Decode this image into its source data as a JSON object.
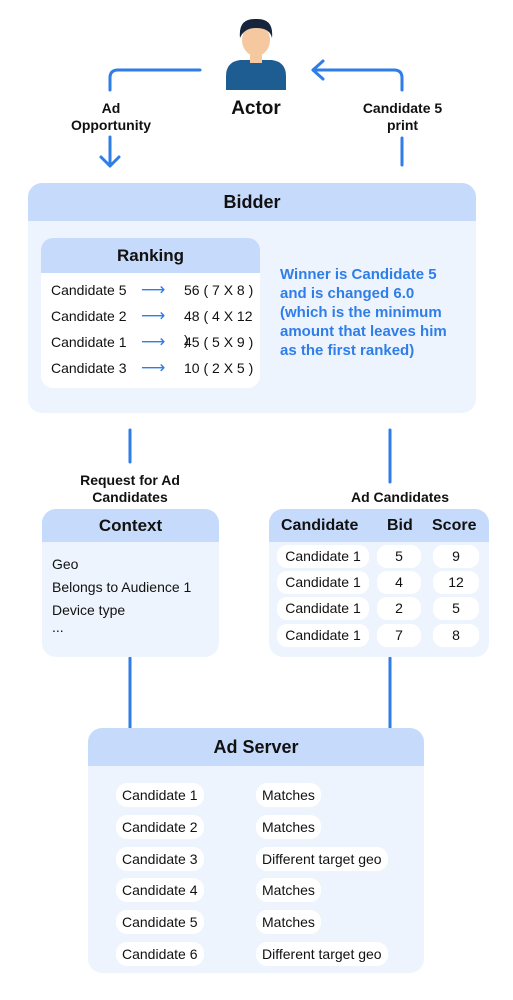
{
  "actor": {
    "label": "Actor"
  },
  "edges": {
    "ad_opportunity": [
      "Ad",
      "Opportunity"
    ],
    "candidate_print": [
      "Candidate 5",
      "print"
    ],
    "request_for_candidates": [
      "Request for Ad",
      "Candidates"
    ],
    "ad_candidates": "Ad Candidates"
  },
  "bidder": {
    "title": "Bidder",
    "ranking": {
      "title": "Ranking",
      "arrow": "⟶",
      "rows": [
        {
          "candidate": "Candidate 5",
          "score": "56 ( 7 X 8 )"
        },
        {
          "candidate": "Candidate 2",
          "score": "48 ( 4 X 12 )"
        },
        {
          "candidate": "Candidate 1",
          "score": "45 ( 5 X 9 )"
        },
        {
          "candidate": "Candidate 3",
          "score": "10 ( 2 X 5 )"
        }
      ]
    },
    "winner_note": "Winner is Candidate 5 and is changed 6.0 (which is the minimum amount that leaves him as the first ranked)"
  },
  "context": {
    "title": "Context",
    "items": [
      "Geo",
      "Belongs to Audience 1",
      "Device type",
      "..."
    ]
  },
  "ad_candidates_table": {
    "headers": [
      "Candidate",
      "Bid",
      "Score"
    ],
    "rows": [
      [
        "Candidate 1",
        "5",
        "9"
      ],
      [
        "Candidate 1",
        "4",
        "12"
      ],
      [
        "Candidate 1",
        "2",
        "5"
      ],
      [
        "Candidate 1",
        "7",
        "8"
      ]
    ]
  },
  "ad_server": {
    "title": "Ad Server",
    "rows": [
      {
        "candidate": "Candidate 1",
        "status": "Matches"
      },
      {
        "candidate": "Candidate 2",
        "status": "Matches"
      },
      {
        "candidate": "Candidate 3",
        "status": "Different target geo"
      },
      {
        "candidate": "Candidate 4",
        "status": "Matches"
      },
      {
        "candidate": "Candidate 5",
        "status": "Matches"
      },
      {
        "candidate": "Candidate 6",
        "status": "Different target geo"
      }
    ]
  },
  "colors": {
    "accent_blue": "#2f7ee8",
    "panel_bg": "#eef4fd",
    "panel_header": "#c6dbfb",
    "actor_shirt": "#1e5d92",
    "actor_skin": "#f5c8a0",
    "actor_hair": "#16253b"
  }
}
